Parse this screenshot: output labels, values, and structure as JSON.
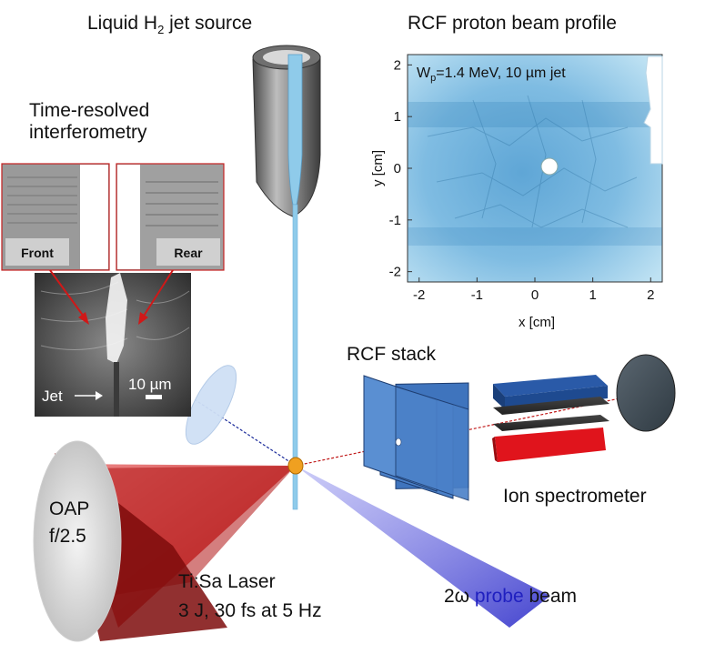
{
  "labels": {
    "jet_source_prefix": "Liquid H",
    "jet_source_sub": "2",
    "jet_source_suffix": " jet source",
    "rcf_profile_title": "RCF proton beam profile",
    "interferometry_line1": "Time-resolved",
    "interferometry_line2": "interferometry",
    "front": "Front",
    "rear": "Rear",
    "jet": "Jet",
    "scale_bar": "10 µm",
    "rcf_stack": "RCF stack",
    "ion_spectrometer": "Ion spectrometer",
    "oap_line1": "OAP",
    "oap_line2": "f/2.5",
    "laser_line1": "Ti:Sa Laser",
    "laser_line2": "3 J, 30 fs at 5 Hz",
    "probe_2w": "2ω",
    "probe_word": "probe",
    "probe_suffix": " beam"
  },
  "profile_plot": {
    "annotation_w": "W",
    "annotation_sub": "p",
    "annotation_rest": "=1.4 MeV, 10 µm jet",
    "xlabel": "x [cm]",
    "ylabel": "y [cm]",
    "x_ticks": [
      "-2",
      "-1",
      "0",
      "1",
      "2"
    ],
    "y_ticks": [
      "2",
      "1",
      "0",
      "-1",
      "-2"
    ],
    "xlim": [
      -2.2,
      2.2
    ],
    "ylim": [
      -2.2,
      2.2
    ]
  },
  "colors": {
    "laser_red": "#c81a1a",
    "probe_blue": "#5a5ad8",
    "jet_blue": "#8fcbea",
    "rcf_film": "#4f86cc",
    "spectro_blue": "#1f4f96",
    "spectro_red": "#e0141c",
    "target_orange": "#f0a020",
    "probe_word_color": "#2020c0"
  }
}
